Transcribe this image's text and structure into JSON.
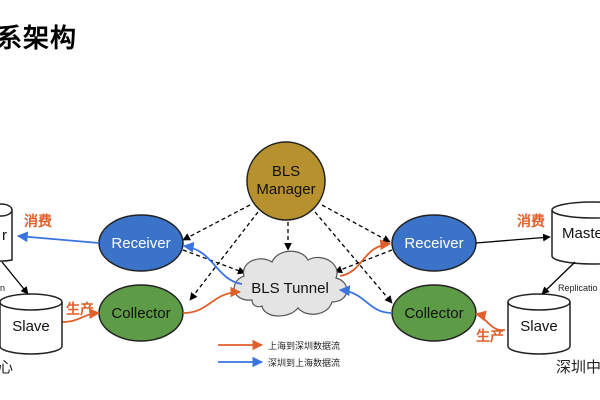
{
  "title": "系架构",
  "nodes": {
    "manager_line1": "BLS",
    "manager_line2": "Manager",
    "tunnel": "BLS Tunnel",
    "left_receiver": "Receiver",
    "left_collector": "Collector",
    "right_receiver": "Receiver",
    "right_collector": "Collector",
    "left_slave": "Slave",
    "right_master": "Maste",
    "right_slave": "Slave",
    "left_master_partial": "r"
  },
  "labels": {
    "left_consume": "消费",
    "left_produce": "生产",
    "right_consume": "消费",
    "right_produce": "生产",
    "right_replication": "Replicatio",
    "left_replication_partial": "n"
  },
  "legend": {
    "sh_to_sz": "上海到深圳数据流",
    "sz_to_sh": "深圳到上海数据流"
  },
  "bottom": {
    "left_partial": "心",
    "right_partial": "深圳中"
  },
  "colors": {
    "manager": "#b8912f",
    "receiver": "#3b73c8",
    "collector": "#5e9b47",
    "orange_flow": "#e0602b",
    "blue_flow": "#3b73e0"
  }
}
